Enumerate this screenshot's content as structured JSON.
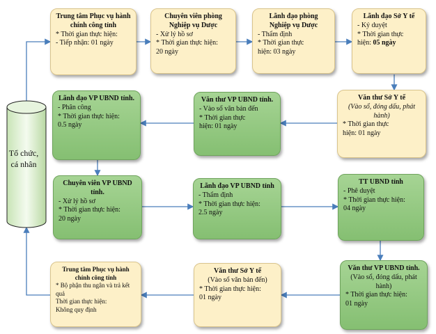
{
  "citizen": {
    "label": "Tổ chức, cá nhân"
  },
  "steps": {
    "s1": {
      "title": "Trung tâm Phục vụ hành chính công tỉnh",
      "lines": [
        "* Thời gian thực hiện:",
        "- Tiếp nhận: 01 ngày"
      ]
    },
    "s2": {
      "title": "Chuyên viên phòng Nghiệp vụ Dược",
      "lines": [
        "- Xử lý hồ sơ",
        "* Thời gian thực hiện:",
        "20 ngày"
      ]
    },
    "s3": {
      "title": "Lãnh đạo phòng Nghiệp vụ Dược",
      "lines": [
        "- Thẩm định",
        "* Thời gian thực",
        "hiện:  03 ngày"
      ]
    },
    "s4": {
      "title": "Lãnh đạo Sở Y tế",
      "lines": [
        "- Ký duyệt",
        "* Thời gian thực",
        "hiện: "
      ],
      "emph": "05 ngày"
    },
    "s5": {
      "title": "Văn thư Sở Y tế",
      "note": "(Vào sổ, đóng dấu, phát hành)",
      "lines": [
        "* Thời gian thực",
        "hiện: 01 ngày"
      ]
    },
    "s6": {
      "title": "Văn thư VP UBND tỉnh.",
      "lines": [
        "- Vào sổ văn bản đến",
        "* Thời gian thực",
        "hiện: 01 ngày"
      ]
    },
    "s7": {
      "title": "Lãnh đạo VP UBND tỉnh.",
      "lines": [
        "- Phân công",
        "* Thời gian thực hiện:",
        "0.5  ngày"
      ]
    },
    "s8": {
      "title": "Chuyên viên VP UBND tỉnh.",
      "lines": [
        "- Xử lý hồ sơ",
        "* Thời gian thực hiện:",
        "20 ngày"
      ]
    },
    "s9": {
      "title": "Lãnh đạo VP UBND tỉnh",
      "lines": [
        "- Thẩm định",
        "* Thời gian thực hiện:",
        "2.5 ngày"
      ]
    },
    "s10": {
      "title": "TT UBND tỉnh",
      "lines": [
        "- Phê duyệt",
        "* Thời gian thực hiện:",
        "04 ngày"
      ]
    },
    "s11": {
      "title": "Văn thư VP UBND tỉnh.",
      "note": "(Vào sổ, đóng dấu, phát hành)",
      "lines": [
        "* Thời gian thực hiện:",
        "01 ngày"
      ]
    },
    "s12": {
      "title": "Văn thư Sở Y tế",
      "note": "(Vào sổ văn bản đến)",
      "lines": [
        "* Thời gian thực hiện:",
        "01 ngày"
      ]
    },
    "s13": {
      "title": "Trung tâm Phục vụ hành chính công tỉnh",
      "lines": [
        "* Bộ phận thu ngân và trả kết quả",
        "Thời gian thực hiện:",
        "Không quy định"
      ]
    }
  }
}
